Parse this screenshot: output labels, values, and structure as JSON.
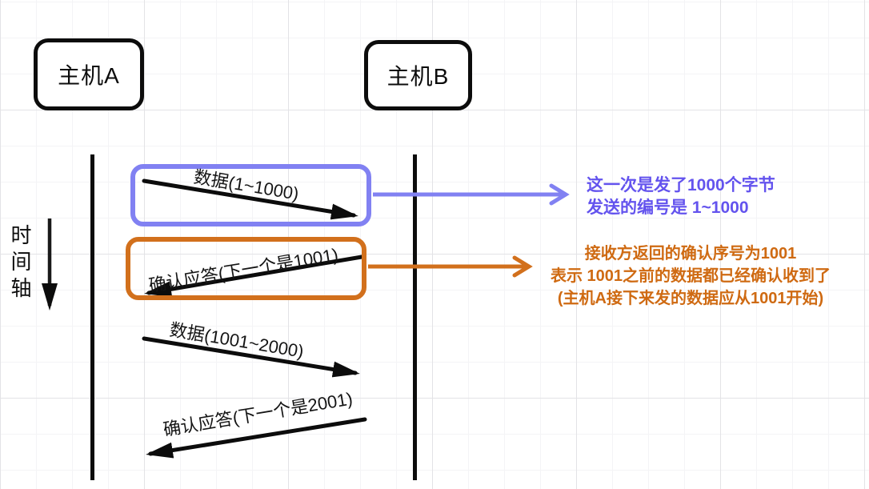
{
  "hosts": [
    {
      "label": "主机A"
    },
    {
      "label": "主机B"
    }
  ],
  "time_axis": {
    "label": "时间轴"
  },
  "messages": [
    {
      "label": "数据(1~1000)",
      "from": "主机A",
      "to": "主机B"
    },
    {
      "label": "确认应答(下一个是1001)",
      "from": "主机B",
      "to": "主机A"
    },
    {
      "label": "数据(1001~2000)",
      "from": "主机A",
      "to": "主机B"
    },
    {
      "label": "确认应答(下一个是2001)",
      "from": "主机B",
      "to": "主机A"
    }
  ],
  "annotations": [
    {
      "id": "purple-note",
      "color": "#6353ee",
      "box_color": "#8181f2",
      "lines": [
        "这一次是发了1000个字节",
        "发送的编号是 1~1000"
      ]
    },
    {
      "id": "orange-note",
      "color": "#cf6a12",
      "box_color": "#d2701c",
      "lines": [
        "接收方返回的确认序号为1001",
        "表示 1001之前的数据都已经确认收到了",
        "(主机A接下来发的数据应从1001开始)"
      ]
    }
  ],
  "colors": {
    "ink": "#0c0c0c",
    "purple_accent": "#8181f2",
    "orange_accent": "#d2701c",
    "grid_major": "#e3e3e6",
    "grid_minor": "#f4f4f6"
  }
}
